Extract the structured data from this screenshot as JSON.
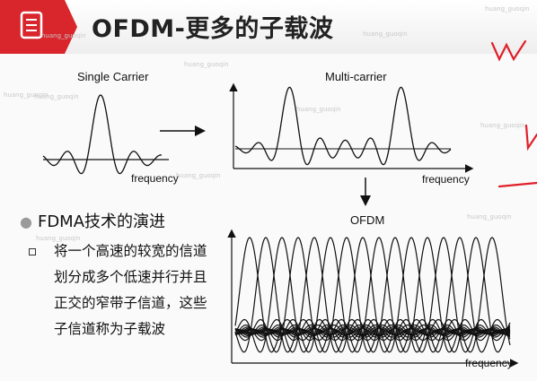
{
  "slide": {
    "title": "OFDM-更多的子载波",
    "icon": "document-list-icon",
    "colors": {
      "accent": "#d9262c",
      "annotation": "#e0202a"
    }
  },
  "diagrams": {
    "single_carrier_label": "Single Carrier",
    "multi_carrier_label": "Multi-carrier",
    "ofdm_label": "OFDM",
    "frequency_label_single": "frequency",
    "frequency_label_multi": "frequency",
    "frequency_label_ofdm": "frequency"
  },
  "bullets": {
    "main": "FDMA技术的演进",
    "sub": "将一个高速的较宽的信道划分成多个低速并行并且正交的窄带子信道，这些子信道称为子载波"
  },
  "watermark": "huang_guoqin"
}
